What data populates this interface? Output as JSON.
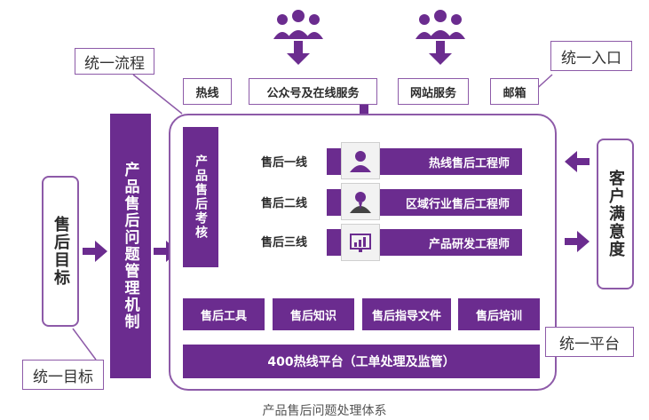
{
  "callouts": {
    "unified_process": "统一流程",
    "unified_entry": "统一入口",
    "unified_platform": "统一平台",
    "unified_goal": "统一目标"
  },
  "channels": {
    "hotline": "热线",
    "wechat_online": "公众号及在线服务",
    "website": "网站服务",
    "email": "邮箱"
  },
  "sales_goal": "售后目标",
  "mechanism": "产品售后问题管理机制",
  "assessment": "产品售后考核",
  "lines": [
    {
      "label": "售后一线",
      "engineer": "热线售后工程师",
      "icon": "engineer-person-icon"
    },
    {
      "label": "售后二线",
      "engineer": "区域行业售后工程师",
      "icon": "regional-engineer-icon"
    },
    {
      "label": "售后三线",
      "engineer": "产品研发工程师",
      "icon": "rd-chart-icon"
    }
  ],
  "tools": [
    "售后工具",
    "售后知识",
    "售后指导文件",
    "售后培训"
  ],
  "platform": "400热线平台（工单处理及监管）",
  "satisfaction": "客户满意度",
  "caption": "产品售后问题处理体系",
  "colors": {
    "primary": "#6b2c8f",
    "outline": "#8d5aa8"
  }
}
